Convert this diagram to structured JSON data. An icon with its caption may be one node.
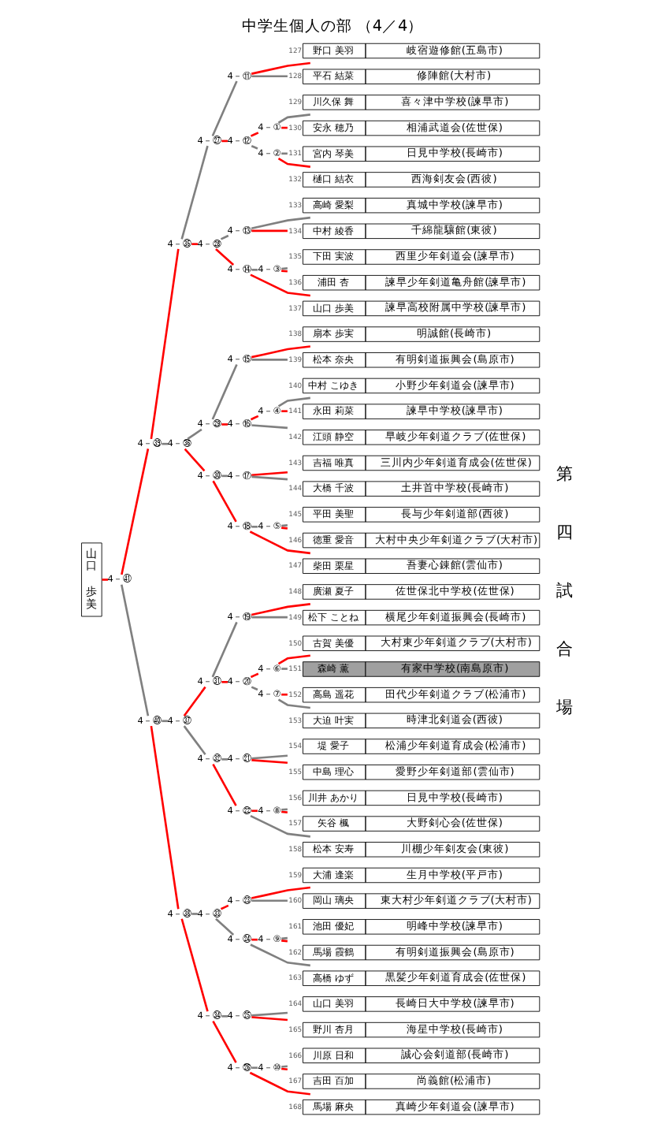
{
  "diagram": {
    "title": "中学生個人の部 （4／4）",
    "nodes": [
      {
        "text": [
          "野口 美羽",
          "岐宿遊修館(五島市)"
        ],
        "beside": [
          "127"
        ]
      },
      {
        "text": [
          "平石 結菜",
          "修陣館(大村市)"
        ],
        "beside": [
          "128"
        ]
      },
      {
        "text": [
          "川久保 舞",
          "喜々津中学校(諫早市)"
        ],
        "beside": [
          "129"
        ]
      },
      {
        "text": [
          "安永 穂乃",
          "相浦武道会(佐世保)"
        ],
        "beside": [
          "130"
        ]
      },
      {
        "text": [
          "宮内 琴美",
          "日見中学校(長崎市)"
        ],
        "beside": [
          "131"
        ]
      },
      {
        "text": [
          "樋口 結衣",
          "西海剣友会(西彼)"
        ],
        "beside": [
          "132"
        ]
      },
      {
        "text": [
          "高崎 愛梨",
          "真城中学校(諫早市)"
        ],
        "beside": [
          "133"
        ]
      },
      {
        "text": [
          "中村 綾香",
          "千綿龍驤館(東彼)"
        ],
        "beside": [
          "134"
        ]
      },
      {
        "text": [
          "下田 実波",
          "西里少年剣道会(諫早市)"
        ],
        "beside": [
          "135"
        ]
      },
      {
        "text": [
          "浦田 杏",
          "諫早少年剣道亀舟館(諫早市)"
        ],
        "beside": [
          "136"
        ]
      },
      {
        "text": [
          "山口 歩美",
          "諫早高校附属中学校(諫早市)"
        ],
        "beside": [
          "137"
        ]
      },
      {
        "text": [
          "扇本 歩実",
          "明誠館(長崎市)"
        ],
        "beside": [
          "138"
        ]
      },
      {
        "text": [
          "松本 奈央",
          "有明剣道振興会(島原市)"
        ],
        "beside": [
          "139"
        ]
      },
      {
        "text": [
          "中村 こゆき",
          "小野少年剣道会(諫早市)"
        ],
        "beside": [
          "140"
        ]
      },
      {
        "text": [
          "永田 莉菜",
          "諫早中学校(諫早市)"
        ],
        "beside": [
          "141"
        ]
      },
      {
        "text": [
          "江頭 静空",
          "早岐少年剣道クラブ(佐世保)"
        ],
        "beside": [
          "142"
        ]
      },
      {
        "text": [
          "吉福 唯真",
          "三川内少年剣道育成会(佐世保)"
        ],
        "beside": [
          "143"
        ]
      },
      {
        "text": [
          "大橋 千波",
          "土井首中学校(長崎市)"
        ],
        "beside": [
          "144"
        ]
      },
      {
        "text": [
          "平田 美聖",
          "長与少年剣道部(西彼)"
        ],
        "beside": [
          "145"
        ]
      },
      {
        "text": [
          "徳重 愛音",
          "大村中央少年剣道クラブ(大村市)"
        ],
        "beside": [
          "146"
        ]
      },
      {
        "text": [
          "柴田 栗星",
          "吾妻心錬館(雲仙市)"
        ],
        "beside": [
          "147"
        ]
      },
      {
        "text": [
          "廣瀬 夏子",
          "佐世保北中学校(佐世保)"
        ],
        "beside": [
          "148"
        ]
      },
      {
        "text": [
          "松下 ことね",
          "横尾少年剣道振興会(長崎市)"
        ],
        "beside": [
          "149"
        ]
      },
      {
        "text": [
          "古賀 美優",
          "大村東少年剣道クラブ(大村市)"
        ],
        "beside": [
          "150"
        ]
      },
      {
        "text": [
          "森崎 薫",
          "有家中学校(南島原市)"
        ],
        "beside": [
          "151"
        ]
      },
      {
        "text": [
          "高島 遥花",
          "田代少年剣道クラブ(松浦市)"
        ],
        "beside": [
          "152"
        ]
      },
      {
        "text": [
          "大迫 叶実",
          "時津北剣道会(西彼)"
        ],
        "beside": [
          "153"
        ]
      },
      {
        "text": [
          "堤 愛子",
          "松浦少年剣道育成会(松浦市)"
        ],
        "beside": [
          "154"
        ]
      },
      {
        "text": [
          "中島 理心",
          "愛野少年剣道部(雲仙市)"
        ],
        "beside": [
          "155"
        ]
      },
      {
        "text": [
          "川井 あかり",
          "日見中学校(長崎市)"
        ],
        "beside": [
          "156"
        ]
      },
      {
        "text": [
          "矢谷 楓",
          "大野剣心会(佐世保)"
        ],
        "beside": [
          "157"
        ]
      },
      {
        "text": [
          "松本 安寿",
          "川棚少年剣友会(東彼)"
        ],
        "beside": [
          "158"
        ]
      },
      {
        "text": [
          "大浦 逢楽",
          "生月中学校(平戸市)"
        ],
        "beside": [
          "159"
        ]
      },
      {
        "text": [
          "岡山 璃央",
          "東大村少年剣道クラブ(大村市)"
        ],
        "beside": [
          "160"
        ]
      },
      {
        "text": [
          "池田 優妃",
          "明峰中学校(諫早市)"
        ],
        "beside": [
          "161"
        ]
      },
      {
        "text": [
          "馬場 霞鶴",
          "有明剣道振興会(島原市)"
        ],
        "beside": [
          "162"
        ]
      },
      {
        "text": [
          "高橋 ゆず",
          "黒髪少年剣道育成会(佐世保)"
        ],
        "beside": [
          "163"
        ]
      },
      {
        "text": [
          "山口 美羽",
          "長崎日大中学校(諫早市)"
        ],
        "beside": [
          "164"
        ]
      },
      {
        "text": [
          "野川 杏月",
          "海星中学校(長崎市)"
        ],
        "beside": [
          "165"
        ]
      },
      {
        "text": [
          "川原 日和",
          "誠心会剣道部(長崎市)"
        ],
        "beside": [
          "166"
        ]
      },
      {
        "text": [
          "吉田 百加",
          "尚義館(松浦市)"
        ],
        "beside": [
          "167"
        ]
      },
      {
        "text": [
          "馬場 麻央",
          "真崎少年剣道会(諫早市)"
        ],
        "beside": [
          "168"
        ]
      },
      {
        "text": [
          "山口",
          "歩美"
        ]
      },
      {
        "text": [
          "4－①"
        ]
      },
      {
        "text": [
          "4－②"
        ]
      },
      {
        "text": [
          "4－③"
        ]
      },
      {
        "text": [
          "4－④"
        ]
      },
      {
        "text": [
          "4－⑤"
        ]
      },
      {
        "text": [
          "4－⑥"
        ]
      },
      {
        "text": [
          "4－⑦"
        ]
      },
      {
        "text": [
          "4－⑧"
        ]
      },
      {
        "text": [
          "4－⑨"
        ]
      },
      {
        "text": [
          "4－⑩"
        ]
      },
      {
        "text": [
          "4－⑪"
        ]
      },
      {
        "text": [
          "4－⑫"
        ]
      },
      {
        "text": [
          "4－⑬"
        ]
      },
      {
        "text": [
          "4－⑭"
        ]
      },
      {
        "text": [
          "4－⑮"
        ]
      },
      {
        "text": [
          "4－⑯"
        ]
      },
      {
        "text": [
          "4－⑰"
        ]
      },
      {
        "text": [
          "4－⑱"
        ]
      },
      {
        "text": [
          "4－⑲"
        ]
      },
      {
        "text": [
          "4－⑳"
        ]
      },
      {
        "text": [
          "4－㉑"
        ]
      },
      {
        "text": [
          "4－㉒"
        ]
      },
      {
        "text": [
          "4－㉓"
        ]
      },
      {
        "text": [
          "4－㉔"
        ]
      },
      {
        "text": [
          "4－㉕"
        ]
      },
      {
        "text": [
          "4－㉖"
        ]
      },
      {
        "text": [
          "4－㉗"
        ]
      },
      {
        "text": [
          "4－㉘"
        ]
      },
      {
        "text": [
          "4－㉙"
        ]
      },
      {
        "text": [
          "4－㉚"
        ]
      },
      {
        "text": [
          "4－㉛"
        ]
      },
      {
        "text": [
          "4－㉜"
        ]
      },
      {
        "text": [
          "4－㉝"
        ]
      },
      {
        "text": [
          "4－㉞"
        ]
      },
      {
        "text": [
          "4－㉟"
        ]
      },
      {
        "text": [
          "4－㊱"
        ]
      },
      {
        "text": [
          "4－㊲"
        ]
      },
      {
        "text": [
          "4－㊳"
        ]
      },
      {
        "text": [
          "4－㊴"
        ]
      },
      {
        "text": [
          "4－㊵"
        ]
      },
      {
        "text": [
          "4－㊶"
        ]
      }
    ],
    "edges": [
      {
        "from": 42,
        "to": 83,
        "arrow": "none",
        "color": "#ff0000"
      },
      {
        "from": 83,
        "to": 81,
        "arrow": "none",
        "color": "#ff0000"
      },
      {
        "from": 83,
        "to": 82,
        "arrow": "none",
        "color": "#808080"
      },
      {
        "from": 82,
        "to": 79,
        "arrow": "none",
        "color": "#808080"
      },
      {
        "from": 82,
        "to": 80,
        "arrow": "none",
        "color": "#ff0000"
      },
      {
        "from": 81,
        "to": 77,
        "arrow": "none",
        "color": "#ff0000"
      },
      {
        "from": 81,
        "to": 78,
        "arrow": "none",
        "color": "#808080"
      },
      {
        "from": 80,
        "to": 75,
        "arrow": "none",
        "color": "#808080"
      },
      {
        "from": 80,
        "to": 76,
        "arrow": "none",
        "color": "#ff0000"
      },
      {
        "from": 79,
        "to": 73,
        "arrow": "none",
        "color": "#ff0000"
      },
      {
        "from": 79,
        "to": 74,
        "arrow": "none",
        "color": "#808080"
      },
      {
        "from": 78,
        "to": 71,
        "arrow": "none",
        "color": "#808080"
      },
      {
        "from": 78,
        "to": 72,
        "arrow": "none",
        "color": "#ff0000"
      },
      {
        "from": 77,
        "to": 69,
        "arrow": "none",
        "color": "#808080"
      },
      {
        "from": 77,
        "to": 70,
        "arrow": "none",
        "color": "#ff0000"
      },
      {
        "from": 76,
        "to": 67,
        "arrow": "none",
        "color": "#808080"
      },
      {
        "from": 76,
        "to": 68,
        "arrow": "none",
        "color": "#ff0000"
      },
      {
        "from": 75,
        "to": 65,
        "arrow": "none",
        "color": "#ff0000"
      },
      {
        "from": 75,
        "to": 66,
        "arrow": "none",
        "color": "#808080"
      },
      {
        "from": 74,
        "to": 63,
        "arrow": "none",
        "color": "#808080"
      },
      {
        "from": 74,
        "to": 64,
        "arrow": "none",
        "color": "#ff0000"
      },
      {
        "from": 73,
        "to": 61,
        "arrow": "none",
        "color": "#808080"
      },
      {
        "from": 73,
        "to": 62,
        "arrow": "none",
        "color": "#ff0000"
      },
      {
        "from": 72,
        "to": 59,
        "arrow": "none",
        "color": "#808080"
      },
      {
        "from": 72,
        "to": 60,
        "arrow": "none",
        "color": "#ff0000"
      },
      {
        "from": 71,
        "to": 57,
        "arrow": "none",
        "color": "#808080"
      },
      {
        "from": 71,
        "to": 58,
        "arrow": "none",
        "color": "#ff0000"
      },
      {
        "from": 70,
        "to": 55,
        "arrow": "none",
        "color": "#808080"
      },
      {
        "from": 70,
        "to": 56,
        "arrow": "none",
        "color": "#ff0000"
      },
      {
        "from": 69,
        "to": 53,
        "arrow": "none",
        "color": "#808080"
      },
      {
        "from": 69,
        "to": 54,
        "arrow": "none",
        "color": "#ff0000"
      },
      {
        "from": 68,
        "to": 52,
        "arrow": "none",
        "color": "#808080"
      },
      {
        "from": 68,
        "to": 41,
        "arrow": "none",
        "color": "#ff0000"
      },
      {
        "from": 67,
        "to": 37,
        "arrow": "none",
        "color": "#808080"
      },
      {
        "from": 67,
        "to": 38,
        "arrow": "none",
        "color": "#ff0000"
      },
      {
        "from": 66,
        "to": 51,
        "arrow": "none",
        "color": "#ff0000"
      },
      {
        "from": 66,
        "to": 36,
        "arrow": "none",
        "color": "#808080"
      },
      {
        "from": 65,
        "to": 32,
        "arrow": "none",
        "color": "#ff0000"
      },
      {
        "from": 65,
        "to": 33,
        "arrow": "none",
        "color": "#808080"
      },
      {
        "from": 64,
        "to": 50,
        "arrow": "none",
        "color": "#ff0000"
      },
      {
        "from": 64,
        "to": 31,
        "arrow": "none",
        "color": "#808080"
      },
      {
        "from": 63,
        "to": 27,
        "arrow": "none",
        "color": "#808080"
      },
      {
        "from": 63,
        "to": 28,
        "arrow": "none",
        "color": "#ff0000"
      },
      {
        "from": 62,
        "to": 48,
        "arrow": "none",
        "color": "#ff0000"
      },
      {
        "from": 62,
        "to": 49,
        "arrow": "none",
        "color": "#808080"
      },
      {
        "from": 61,
        "to": 21,
        "arrow": "none",
        "color": "#ff0000"
      },
      {
        "from": 61,
        "to": 22,
        "arrow": "none",
        "color": "#808080"
      },
      {
        "from": 60,
        "to": 47,
        "arrow": "none",
        "color": "#808080"
      },
      {
        "from": 60,
        "to": 20,
        "arrow": "none",
        "color": "#ff0000"
      },
      {
        "from": 59,
        "to": 16,
        "arrow": "none",
        "color": "#ff0000"
      },
      {
        "from": 59,
        "to": 17,
        "arrow": "none",
        "color": "#808080"
      },
      {
        "from": 58,
        "to": 46,
        "arrow": "none",
        "color": "#ff0000"
      },
      {
        "from": 58,
        "to": 15,
        "arrow": "none",
        "color": "#808080"
      },
      {
        "from": 57,
        "to": 11,
        "arrow": "none",
        "color": "#ff0000"
      },
      {
        "from": 57,
        "to": 12,
        "arrow": "none",
        "color": "#808080"
      },
      {
        "from": 56,
        "to": 45,
        "arrow": "none",
        "color": "#808080"
      },
      {
        "from": 56,
        "to": 10,
        "arrow": "none",
        "color": "#ff0000"
      },
      {
        "from": 55,
        "to": 6,
        "arrow": "none",
        "color": "#808080"
      },
      {
        "from": 55,
        "to": 7,
        "arrow": "none",
        "color": "#ff0000"
      },
      {
        "from": 54,
        "to": 43,
        "arrow": "none",
        "color": "#ff0000"
      },
      {
        "from": 54,
        "to": 44,
        "arrow": "none",
        "color": "#808080"
      },
      {
        "from": 53,
        "to": 0,
        "arrow": "none",
        "color": "#ff0000"
      },
      {
        "from": 53,
        "to": 1,
        "arrow": "none",
        "color": "#808080"
      },
      {
        "from": 52,
        "to": 39,
        "arrow": "none",
        "color": "#808080"
      },
      {
        "from": 52,
        "to": 40,
        "arrow": "none",
        "color": "#ff0000"
      },
      {
        "from": 51,
        "to": 34,
        "arrow": "none",
        "color": "#808080"
      },
      {
        "from": 51,
        "to": 35,
        "arrow": "none",
        "color": "#ff0000"
      },
      {
        "from": 50,
        "to": 29,
        "arrow": "none",
        "color": "#808080"
      },
      {
        "from": 50,
        "to": 30,
        "arrow": "none",
        "color": "#ff0000"
      },
      {
        "from": 49,
        "to": 25,
        "arrow": "none",
        "color": "#ff0000"
      },
      {
        "from": 49,
        "to": 26,
        "arrow": "none",
        "color": "#808080"
      },
      {
        "from": 48,
        "to": 23,
        "arrow": "none",
        "color": "#ff0000"
      },
      {
        "from": 48,
        "to": 24,
        "arrow": "none",
        "color": "#808080"
      },
      {
        "from": 47,
        "to": 18,
        "arrow": "none",
        "color": "#808080"
      },
      {
        "from": 47,
        "to": 19,
        "arrow": "none",
        "color": "#ff0000"
      },
      {
        "from": 46,
        "to": 13,
        "arrow": "none",
        "color": "#808080"
      },
      {
        "from": 46,
        "to": 14,
        "arrow": "none",
        "color": "#ff0000"
      },
      {
        "from": 45,
        "to": 8,
        "arrow": "none",
        "color": "#808080"
      },
      {
        "from": 45,
        "to": 9,
        "arrow": "none",
        "color": "#ff0000"
      },
      {
        "from": 44,
        "to": 4,
        "arrow": "none",
        "color": "#808080"
      },
      {
        "from": 44,
        "to": 5,
        "arrow": "none",
        "color": "#ff0000"
      },
      {
        "from": 43,
        "to": 2,
        "arrow": "none",
        "color": "#808080"
      },
      {
        "from": 43,
        "to": 3,
        "arrow": "none",
        "color": "#ff0000"
      }
    ],
    "labels": [
      "第四試合場"
    ]
  }
}
